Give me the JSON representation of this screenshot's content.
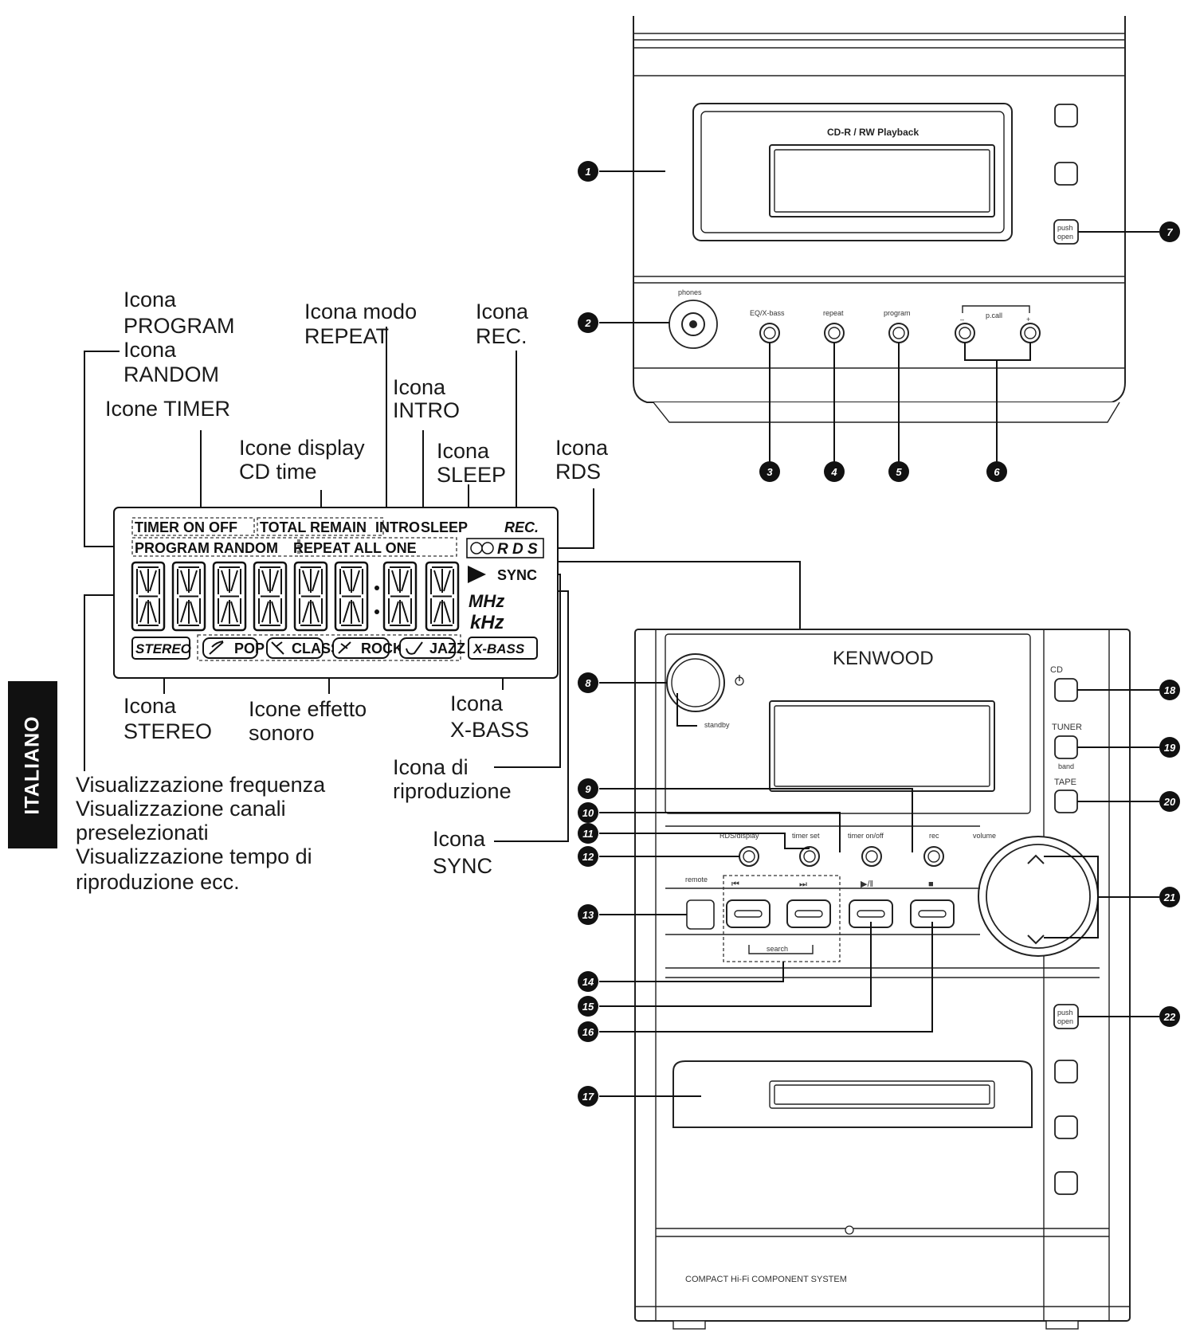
{
  "side_tab": "ITALIANO",
  "labels": {
    "program": [
      "Icona",
      "PROGRAM"
    ],
    "random": [
      "Icona",
      "RANDOM"
    ],
    "timer": [
      "Icone TIMER"
    ],
    "repeat": [
      "Icona modo",
      "REPEAT"
    ],
    "rec": [
      "Icona",
      "REC."
    ],
    "intro": [
      "Icona",
      "INTRO"
    ],
    "cdtime": [
      "Icone display",
      "CD time"
    ],
    "sleep": [
      "Icona",
      "SLEEP"
    ],
    "rds": [
      "Icona",
      "RDS"
    ],
    "stereo": [
      "Icona",
      "STEREO"
    ],
    "effetto": [
      "Icone effetto",
      "sonoro"
    ],
    "xbass": [
      "Icona",
      "X-BASS"
    ],
    "play": [
      "Icona di",
      "riproduzione"
    ],
    "sync": [
      "Icona",
      "SYNC"
    ],
    "freq": [
      "Visualizzazione frequenza",
      "Visualizzazione canali",
      "preselezionati",
      "Visualizzazione tempo di",
      "riproduzione ecc."
    ]
  },
  "lcd": {
    "row1_timer": "TIMER ON OFF",
    "row1_total": "TOTAL REMAIN",
    "row1_intro": "INTRO",
    "row1_sleep": "SLEEP",
    "row1_rec": "REC.",
    "row2_program": "PROGRAM RANDOM",
    "row2_repeat": "REPEAT ALL ONE",
    "row2_rds": "R D S",
    "sync": "SYNC",
    "mhz": "MHz",
    "khz": "kHz",
    "stereo": "STEREO",
    "effects": [
      "POP",
      "CLASSIC",
      "ROCK",
      "JAZZ"
    ],
    "xbass": "X-BASS"
  },
  "top_unit": {
    "cd_label": "CD-R / RW Playback",
    "phones": "phones",
    "eq": "EQ/X-bass",
    "repeat": "repeat",
    "program": "program",
    "pcall": "p.call",
    "pcall_minus": "–",
    "pcall_plus": "+",
    "push_open": [
      "push",
      "open"
    ]
  },
  "main_unit": {
    "brand": "KENWOOD",
    "standby": "standby",
    "cd": "CD",
    "tuner": "TUNER",
    "band": "band",
    "tape": "TAPE",
    "rds_display": "RDS/display",
    "timer_set": "timer set",
    "timer_onoff": "timer on/off",
    "rec": "rec",
    "volume": "volume",
    "remote": "remote",
    "prev": "⏮",
    "next": "⏭",
    "playpause": "▶/‖",
    "stop": "■",
    "search": "search",
    "push_open": [
      "push",
      "open"
    ],
    "footer": "COMPACT Hi-Fi COMPONENT SYSTEM"
  },
  "callouts": [
    "1",
    "2",
    "3",
    "4",
    "5",
    "6",
    "7",
    "8",
    "9",
    "10",
    "11",
    "12",
    "13",
    "14",
    "15",
    "16",
    "17",
    "18",
    "19",
    "20",
    "21",
    "22"
  ]
}
